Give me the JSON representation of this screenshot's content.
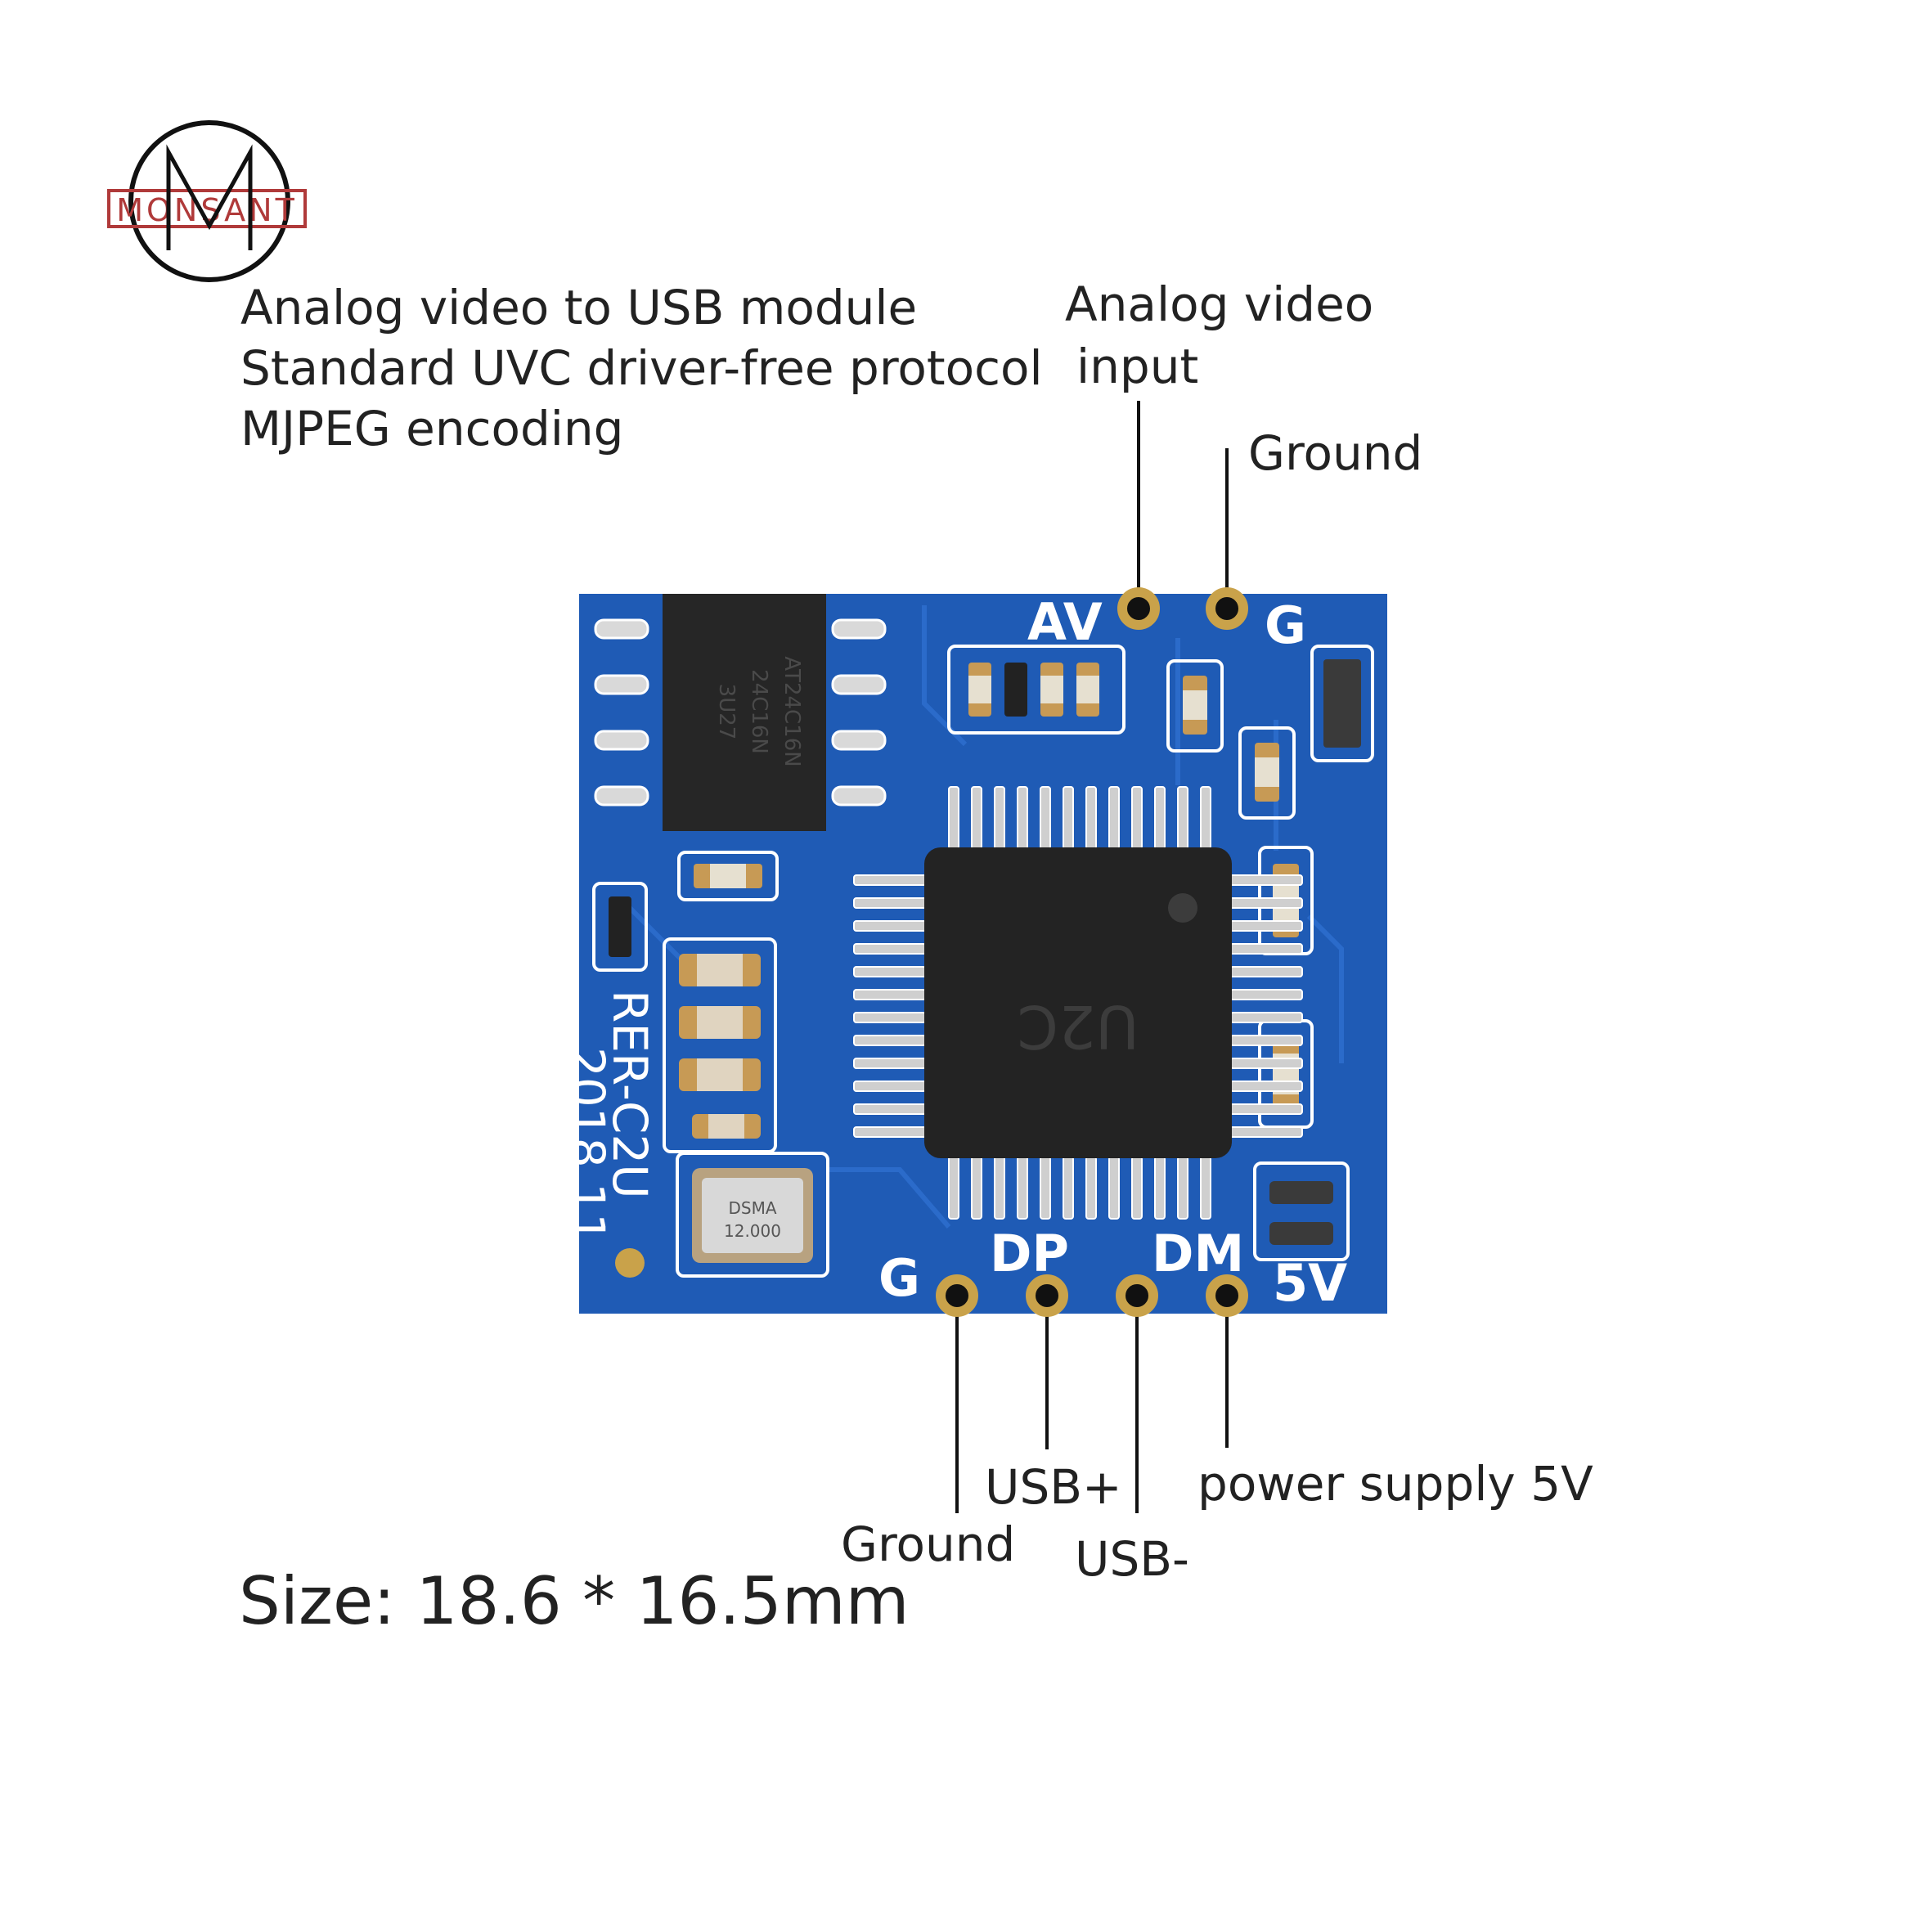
{
  "brand": {
    "name": "MONSANT",
    "letter": "M",
    "color": "#b03a3a"
  },
  "description": {
    "line1": "Analog video to USB module",
    "line2": "Standard UVC driver-free protocol",
    "line3": "MJPEG encoding"
  },
  "callouts": {
    "av_input": {
      "line1": "Analog video",
      "line2": "input"
    },
    "ground_top": "Ground",
    "ground_bottom": "Ground",
    "usb_plus": "USB+",
    "usb_minus": "USB-",
    "power": "power supply 5V"
  },
  "board": {
    "silk_av": "AV",
    "silk_g_top": "G",
    "silk_g_bottom": "G",
    "silk_dp": "DP",
    "silk_dm": "DM",
    "silk_5v": "5V",
    "silk_model": "RER-C2U",
    "silk_date": "2018.11.",
    "eeprom_marking": [
      "AT24C16N",
      "24C16N",
      "3U27"
    ],
    "chip_marking": "U2C",
    "crystal_marking": [
      "DSMA",
      "12.000"
    ],
    "colors": {
      "pcb": "#1f5bb5",
      "silk": "#ffffff",
      "pad": "#c9a24a",
      "chip": "#232323"
    }
  },
  "size_label": "Size: 18.6 * 16.5mm"
}
